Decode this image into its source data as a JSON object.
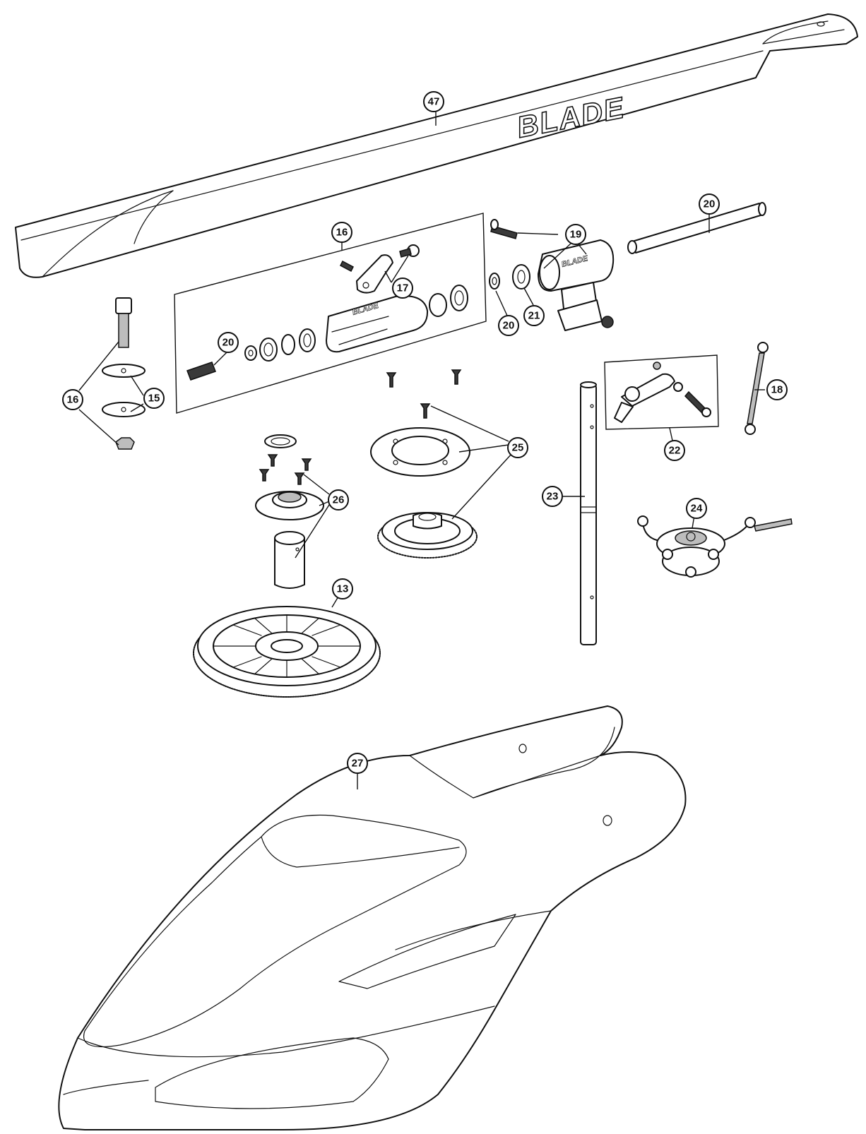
{
  "blade_logo": "BLADE",
  "callouts": {
    "c47": "47",
    "c16_box": "16",
    "c17": "17",
    "c19": "19",
    "c20_rod": "20",
    "c20_left": "20",
    "c20_mid": "20",
    "c21": "21",
    "c16_bolt": "16",
    "c15": "15",
    "c18": "18",
    "c22": "22",
    "c23": "23",
    "c24": "24",
    "c25": "25",
    "c26": "26",
    "c13": "13",
    "c27": "27"
  }
}
